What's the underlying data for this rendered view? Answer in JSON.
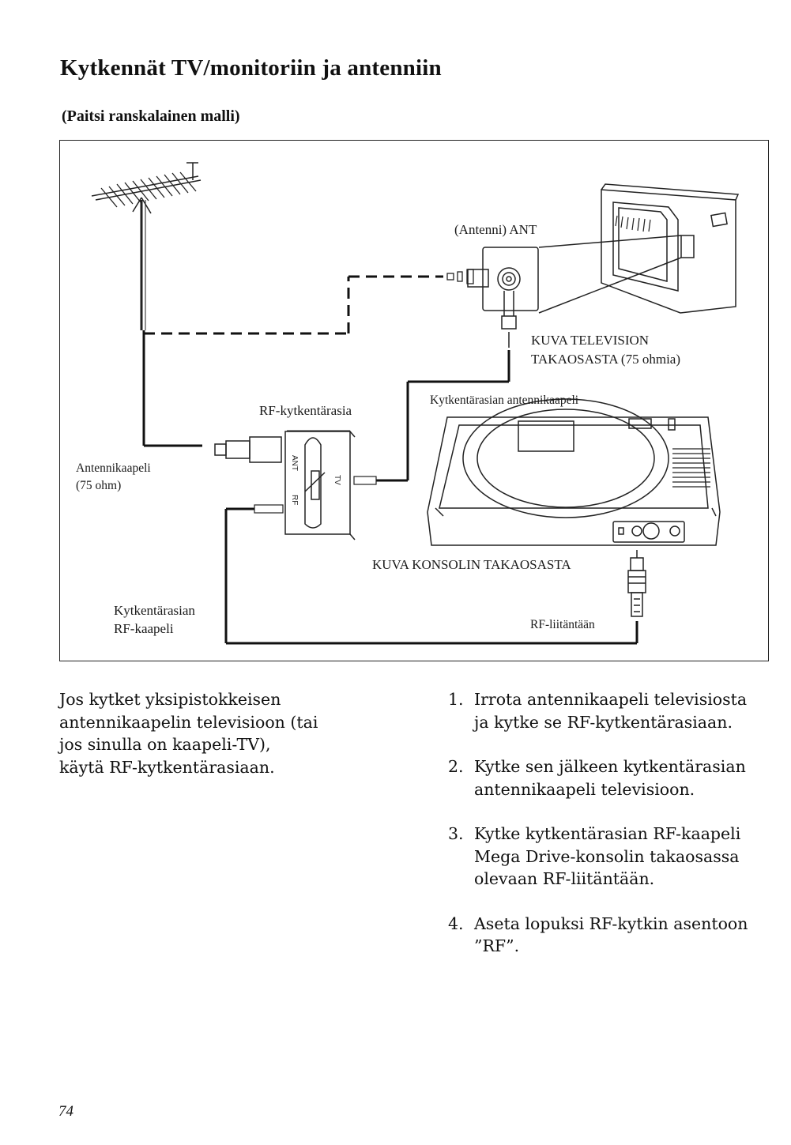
{
  "title": "Kytkennät TV/monitoriin ja antenniin",
  "subtitle": "(Paitsi ranskalainen malli)",
  "diagram": {
    "labels": {
      "antenna_ant": "(Antenni) ANT",
      "tv_back_line1": "KUVA TELEVISION",
      "tv_back_line2": "TAKAOSASTA (75 ohmia)",
      "switchbox_antenna_cable": "Kytkentärasian antennikaapeli",
      "rf_switchbox": "RF-kytkentärasia",
      "antenna_cable_line1": "Antennikaapeli",
      "antenna_cable_line2": "(75 ohm)",
      "console_back": "KUVA KONSOLIN TAKAOSASTA",
      "switchbox_rf_cable_line1": "Kytkentärasian",
      "switchbox_rf_cable_line2": "RF-kaapeli",
      "rf_jack": "RF-liitäntään",
      "switch_ant": "ANT",
      "switch_rf": "RF",
      "switch_tv": "TV"
    }
  },
  "intro": "Jos kytket yksipistokkeisen antennikaapelin televisioon (tai jos sinulla on kaapeli-TV), käytä RF-kytkentärasiaan.",
  "steps": [
    {
      "number": "1.",
      "text": "Irrota antennikaapeli televisiosta ja kytke se RF-kytkentärasiaan."
    },
    {
      "number": "2.",
      "text": "Kytke sen jälkeen kytkentärasian antennikaapeli televisioon."
    },
    {
      "number": "3.",
      "text": "Kytke kytkentärasian RF-kaapeli Mega Drive-konsolin takaosassa olevaan RF-liitäntään."
    },
    {
      "number": "4.",
      "text": "Aseta lopuksi RF-kytkin asentoon ”RF”."
    }
  ],
  "page_number": "74"
}
